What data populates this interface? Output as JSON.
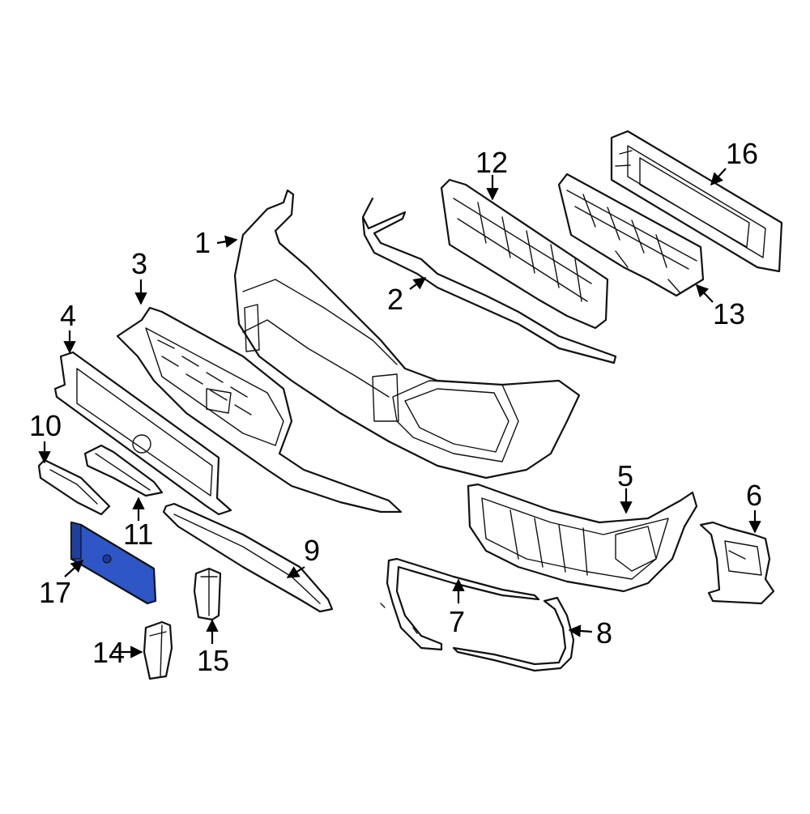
{
  "diagram": {
    "highlight_color": "#2f56c6",
    "callouts": [
      {
        "id": "1",
        "label": "1"
      },
      {
        "id": "2",
        "label": "2"
      },
      {
        "id": "3",
        "label": "3"
      },
      {
        "id": "4",
        "label": "4"
      },
      {
        "id": "5",
        "label": "5"
      },
      {
        "id": "6",
        "label": "6"
      },
      {
        "id": "7",
        "label": "7"
      },
      {
        "id": "8",
        "label": "8"
      },
      {
        "id": "9",
        "label": "9"
      },
      {
        "id": "10",
        "label": "10"
      },
      {
        "id": "11",
        "label": "11"
      },
      {
        "id": "12",
        "label": "12"
      },
      {
        "id": "13",
        "label": "13"
      },
      {
        "id": "14",
        "label": "14"
      },
      {
        "id": "15",
        "label": "15"
      },
      {
        "id": "16",
        "label": "16"
      },
      {
        "id": "17",
        "label": "17"
      }
    ],
    "highlighted_part": "17"
  }
}
